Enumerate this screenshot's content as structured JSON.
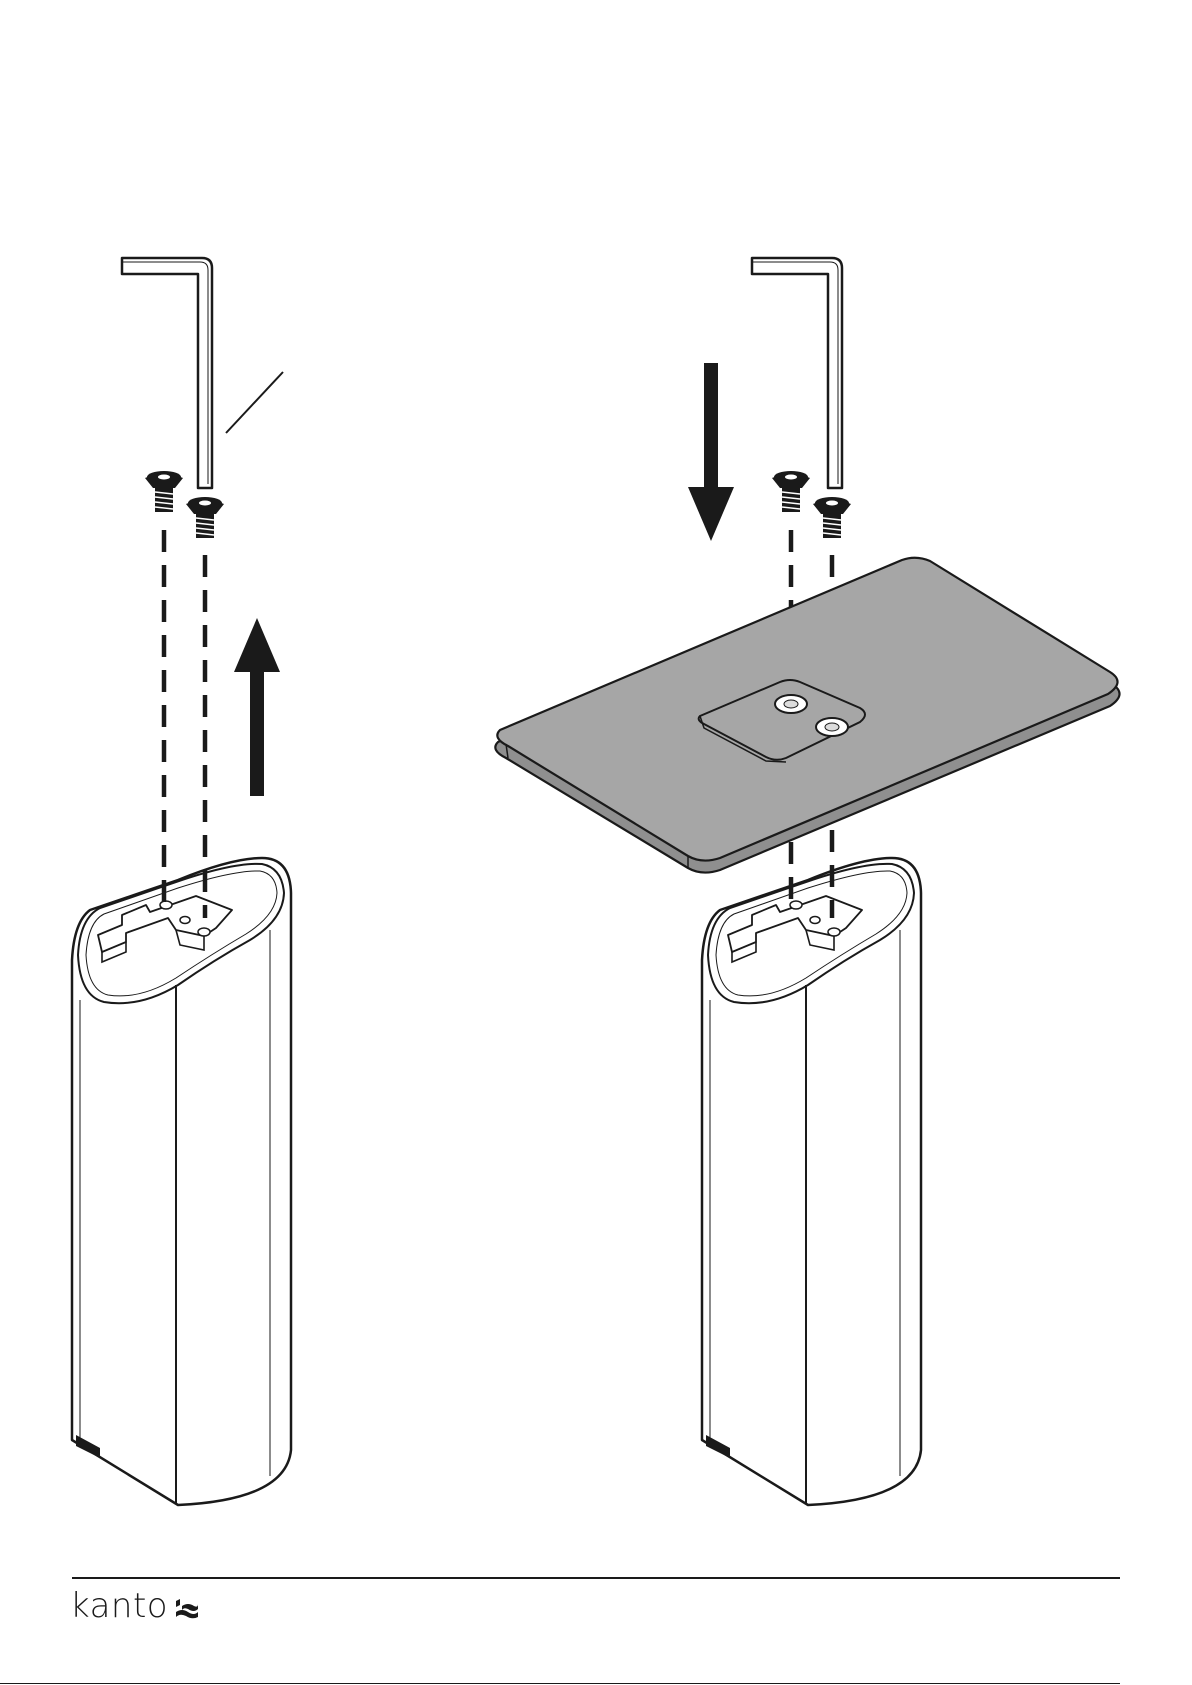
{
  "brand": {
    "name": "kanto",
    "logo_icon": "wave-logo-icon"
  },
  "steps": [
    {
      "id": "remove-plate",
      "direction": "up"
    },
    {
      "id": "attach-plate",
      "direction": "down"
    }
  ],
  "colors": {
    "line": "#1a1a1a",
    "plate_fill": "#a6a6a6",
    "plate_edge": "#8f8f8f",
    "background": "#ffffff"
  }
}
